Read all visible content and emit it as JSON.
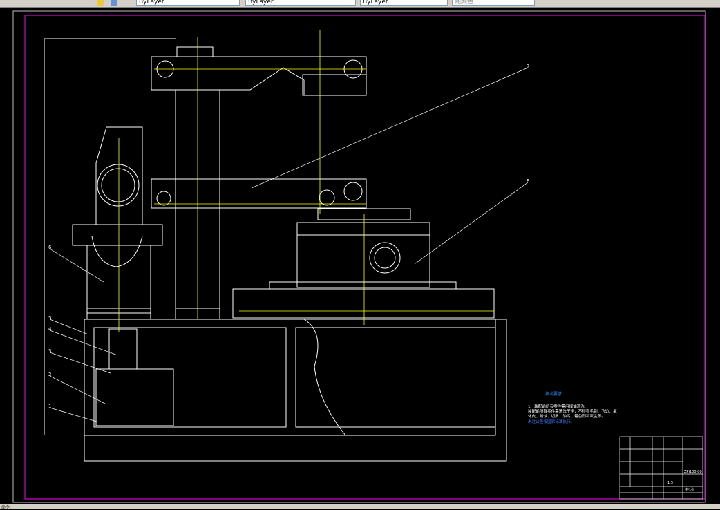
{
  "toolbar": {
    "fields": [
      "ByLayer",
      "ByLayer",
      "ByLayer",
      "随颜色"
    ],
    "icons": [
      "layer-icon",
      "style-icon"
    ]
  },
  "drawing": {
    "background": "#000000",
    "line_color": "#ffffff",
    "centerline_color": "#ffff00",
    "frame_color": "#ff00ff",
    "part_labels": [
      "7",
      "8",
      "6",
      "5",
      "4",
      "3",
      "2",
      "1"
    ],
    "notes": {
      "title": "技术要求",
      "item_1": "1、装配前所有零件需用煤油清洗",
      "body": "装配前所有零件需清洗干净，不得有毛刺、飞边、氧化皮、锈蚀、切屑、油污、着色剂和灰尘等。",
      "line_last": "未注公差按国家标准执行。"
    },
    "title_block": {
      "drawing_no": "ZPJ100-00",
      "scale": "1:5",
      "sheet": "共1张"
    }
  },
  "status": {
    "text": "命令:"
  }
}
